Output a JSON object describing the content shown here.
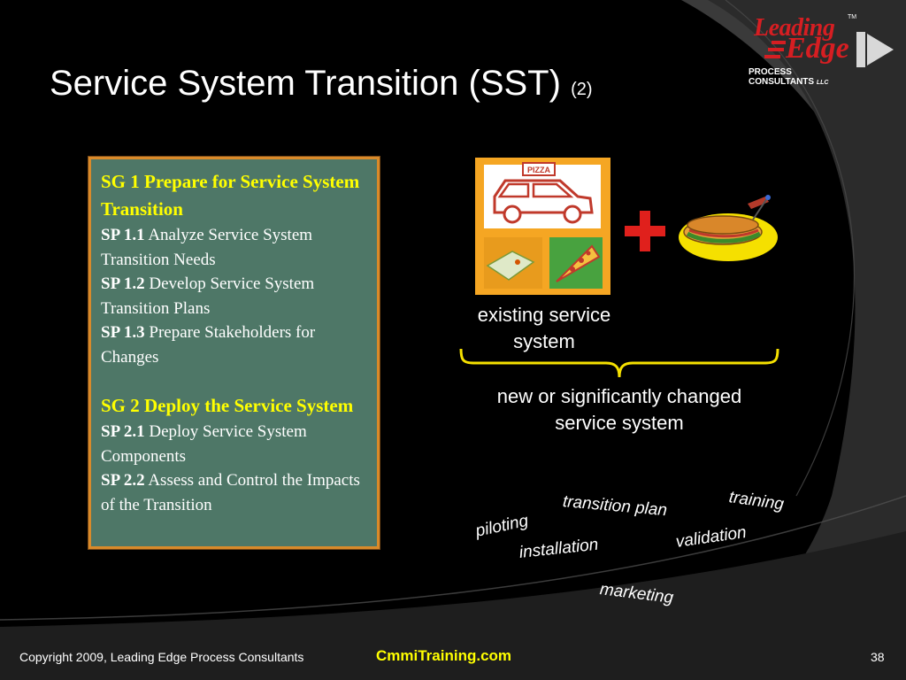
{
  "slide": {
    "title": "Service System Transition (SST)",
    "title_suffix": "(2)",
    "colors": {
      "background": "#000000",
      "box_fill": "#4e7767",
      "box_border": "#d98a2a",
      "goal_text": "#ffff00",
      "footer_site": "#ffff00",
      "logo_red": "#d61e22"
    }
  },
  "logo": {
    "line1": "Leading",
    "line2": "Edge",
    "tm": "TM",
    "sub1": "PROCESS",
    "sub2": "CONSULTANTS",
    "llc": "LLC"
  },
  "goals": [
    {
      "heading": "SG 1 Prepare for Service System Transition",
      "practices": [
        {
          "id": "SP 1.1",
          "text": "Analyze Service System Transition Needs"
        },
        {
          "id": "SP 1.2",
          "text": "Develop Service System Transition Plans"
        },
        {
          "id": "SP 1.3",
          "text": "Prepare Stakeholders for Changes"
        }
      ]
    },
    {
      "heading": "SG 2 Deploy the Service System",
      "practices": [
        {
          "id": "SP 2.1",
          "text": "Deploy Service System Components"
        },
        {
          "id": "SP 2.2",
          "text": "Assess and Control the Impacts of the Transition"
        }
      ]
    }
  ],
  "diagram": {
    "pizza_label": "PIZZA",
    "existing_caption": "existing service system",
    "result_caption": "new or significantly changed service system",
    "icons": [
      "pizza-delivery-image",
      "plus-icon",
      "sandwich-image"
    ]
  },
  "tags": {
    "transition_plan": "transition plan",
    "training": "training",
    "piloting": "piloting",
    "installation": "installation",
    "validation": "validation",
    "marketing": "marketing"
  },
  "footer": {
    "copyright": "Copyright 2009, Leading Edge Process Consultants",
    "site": "CmmiTraining.com",
    "page": "38"
  }
}
